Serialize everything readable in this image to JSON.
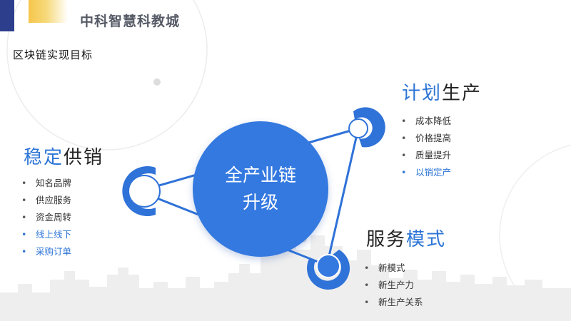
{
  "brand": "中科智慧科教城",
  "subtitle": "区块链实现目标",
  "center": {
    "line1": "全产业链",
    "line2": "升级"
  },
  "plan": {
    "heading_accent": "计划",
    "heading_rest": "生产",
    "items": [
      "成本降低",
      "价格提高",
      "质量提升",
      "以销定产"
    ]
  },
  "stable": {
    "heading_accent": "稳定",
    "heading_rest": "供销",
    "items": [
      "知名品牌",
      "供应服务",
      "资金周转",
      "线上线下",
      "采购订单"
    ]
  },
  "service": {
    "heading_rest": "服务",
    "heading_accent": "模式",
    "items": [
      "新模式",
      "新生产力",
      "新生产关系"
    ]
  },
  "colors": {
    "accent": "#2d75d6",
    "circle": "#3479e0",
    "navy": "#2c3e8c",
    "yellow": "#f6c64a"
  }
}
